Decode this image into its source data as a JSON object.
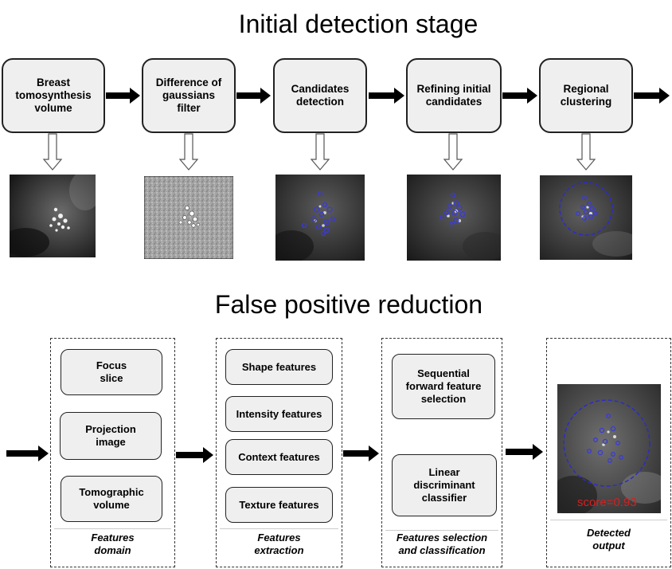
{
  "titles": {
    "stage1": "Initial detection stage",
    "stage2": "False positive reduction"
  },
  "stage1_steps": [
    "Breast\ntomosynthesis\nvolume",
    "Difference of\ngaussians\nfilter",
    "Candidates\ndetection",
    "Refining initial\ncandidates",
    "Regional\nclustering"
  ],
  "stage2_groups": {
    "domain": {
      "items": [
        "Focus\nslice",
        "Projection\nimage",
        "Tomographic\nvolume"
      ],
      "caption": "Features\ndomain"
    },
    "extraction": {
      "items": [
        "Shape features",
        "Intensity features",
        "Context features",
        "Texture features"
      ],
      "caption": "Features\nextraction"
    },
    "selection": {
      "items": [
        "Sequential\nforward feature\nselection",
        "Linear\ndiscriminant\nclassifier"
      ],
      "caption": "Features selection\nand classification"
    },
    "output": {
      "caption": "Detected\noutput",
      "score_text": "score=0.93"
    }
  },
  "colors": {
    "box_fill": "#efefef",
    "detection_marks": "#3a3ad8",
    "score": "#d42020"
  }
}
